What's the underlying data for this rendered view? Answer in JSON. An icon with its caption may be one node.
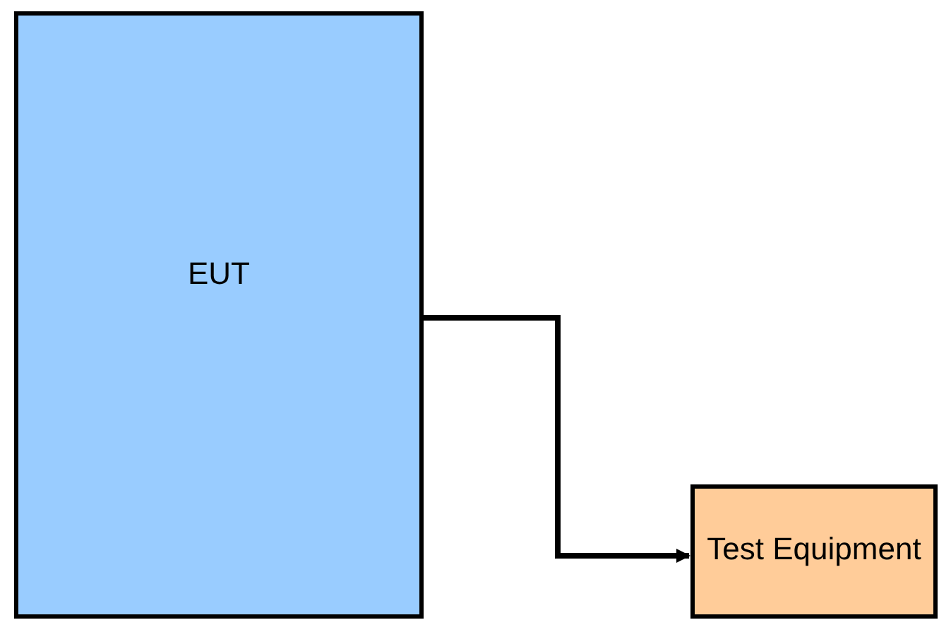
{
  "diagram": {
    "nodes": [
      {
        "text": [
          "EUT"
        ]
      },
      {
        "text": [
          "Test Equipment"
        ]
      }
    ],
    "edges": [
      {
        "from": 0,
        "to": 1,
        "arrow": "to"
      }
    ]
  }
}
